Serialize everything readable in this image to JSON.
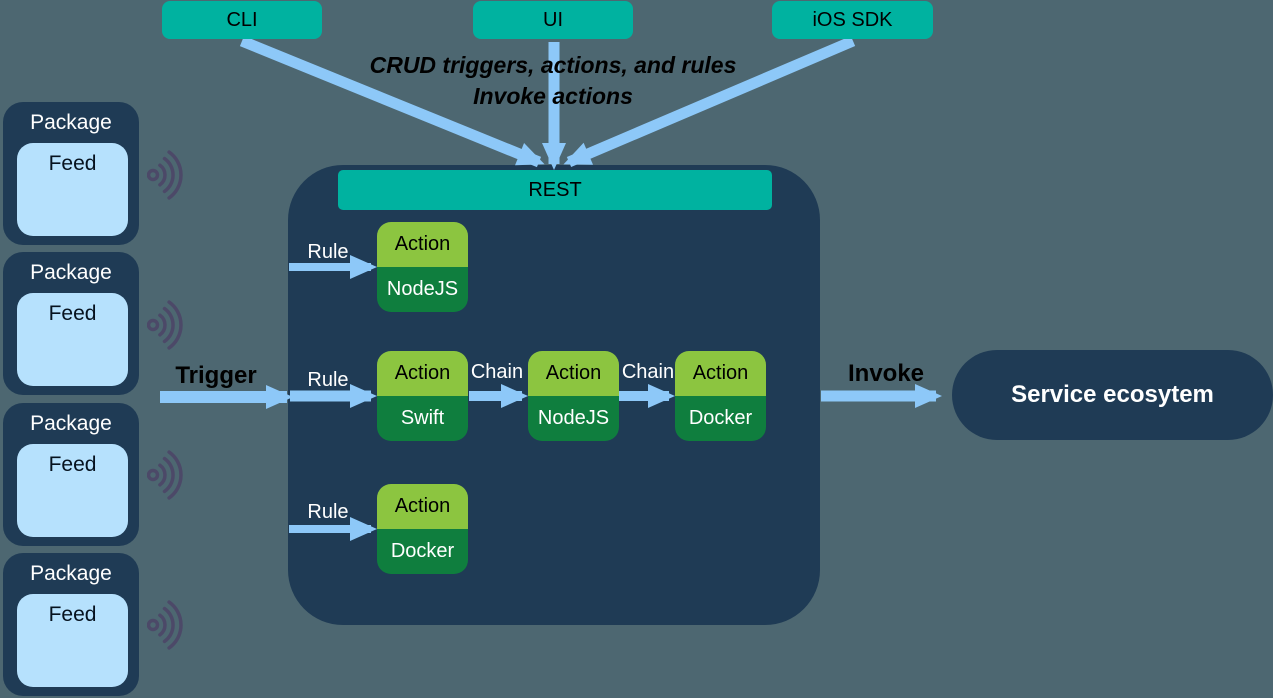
{
  "colors": {
    "background": "#4d6771",
    "navy": "#1f3b55",
    "teal": "#00b2a0",
    "light_green": "#8cc540",
    "dark_green": "#0f7e3e",
    "arrow_blue": "#8dc8f8",
    "feed_blue": "#b6e1fd",
    "wifi_purple": "#4c4968"
  },
  "clients": {
    "cli": "CLI",
    "ui": "UI",
    "ios_sdk": "iOS SDK"
  },
  "labels": {
    "crud_line1": "CRUD triggers, actions, and rules",
    "crud_line2": "Invoke actions",
    "rest": "REST",
    "trigger": "Trigger",
    "invoke": "Invoke"
  },
  "rows": [
    {
      "rule": "Rule",
      "actions": [
        {
          "label": "Action",
          "kind": "NodeJS"
        }
      ]
    },
    {
      "rule": "Rule",
      "chain_label": "Chain",
      "actions": [
        {
          "label": "Action",
          "kind": "Swift"
        },
        {
          "label": "Action",
          "kind": "NodeJS"
        },
        {
          "label": "Action",
          "kind": "Docker"
        }
      ]
    },
    {
      "rule": "Rule",
      "actions": [
        {
          "label": "Action",
          "kind": "Docker"
        }
      ]
    }
  ],
  "packages": [
    {
      "title": "Package",
      "feed": "Feed"
    },
    {
      "title": "Package",
      "feed": "Feed"
    },
    {
      "title": "Package",
      "feed": "Feed"
    },
    {
      "title": "Package",
      "feed": "Feed"
    }
  ],
  "service_ecosystem": "Service ecosytem"
}
